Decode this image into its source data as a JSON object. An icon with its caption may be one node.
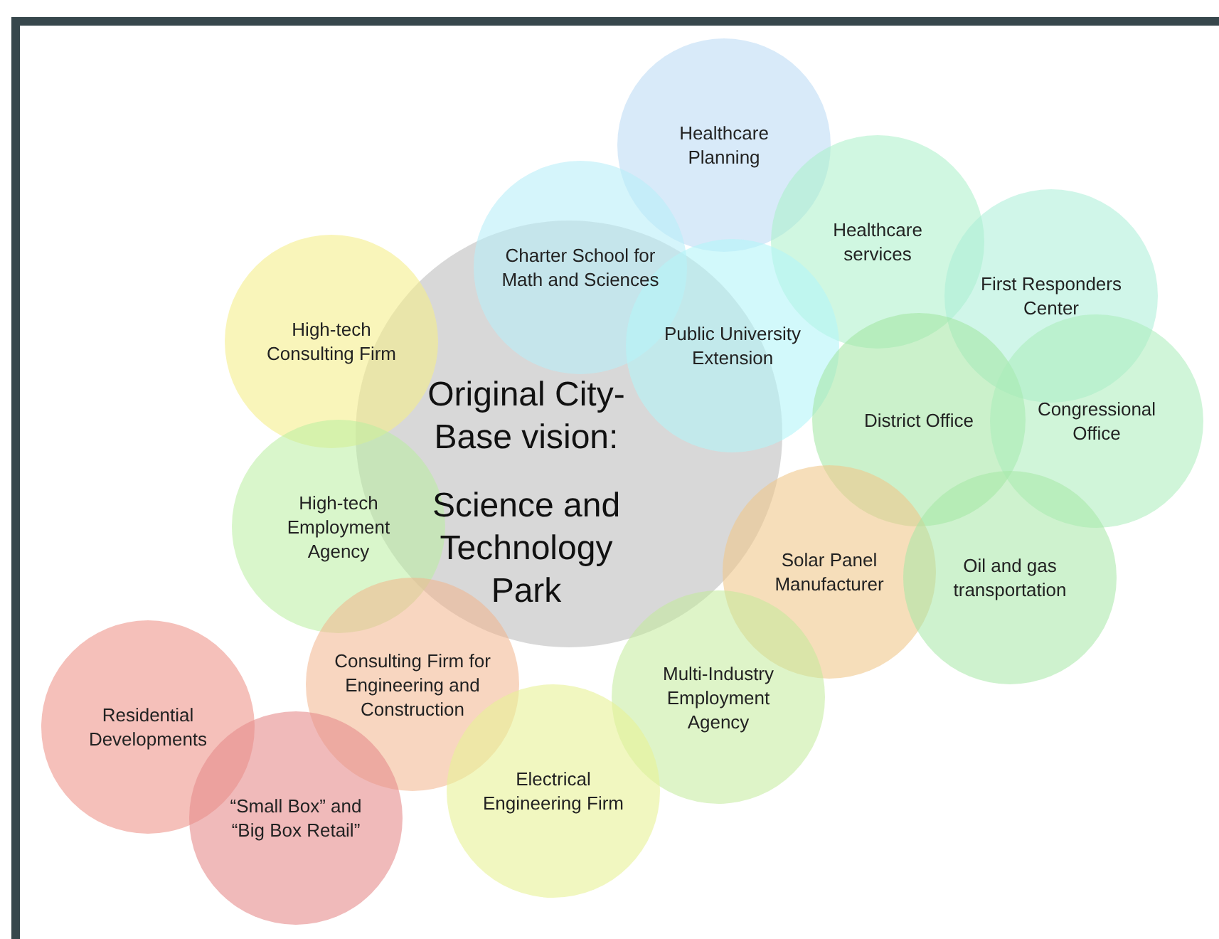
{
  "diagram": {
    "nodes": [
      {
        "text": [
          "Original City-Base vision:",
          "Science and Technology Park"
        ]
      },
      {
        "text": [
          "Healthcare Planning"
        ]
      },
      {
        "text": [
          "Charter School for Math and Sciences"
        ]
      },
      {
        "text": [
          "Healthcare services"
        ]
      },
      {
        "text": [
          "First Responders Center"
        ]
      },
      {
        "text": [
          "High-tech Consulting Firm"
        ]
      },
      {
        "text": [
          "Public University Extension"
        ]
      },
      {
        "text": [
          "District Office"
        ]
      },
      {
        "text": [
          "Congressional Office"
        ]
      },
      {
        "text": [
          "High-tech Employment Agency"
        ]
      },
      {
        "text": [
          "Solar Panel Manufacturer"
        ]
      },
      {
        "text": [
          "Oil and gas transportation"
        ]
      },
      {
        "text": [
          "Consulting Firm for Engineering and Construction"
        ]
      },
      {
        "text": [
          "Multi-Industry Employment Agency"
        ]
      },
      {
        "text": [
          "Residential Developments"
        ]
      },
      {
        "text": [
          "Electrical Engineering Firm"
        ]
      },
      {
        "text": [
          "“Small Box” and “Big Box Retail”"
        ]
      }
    ]
  }
}
